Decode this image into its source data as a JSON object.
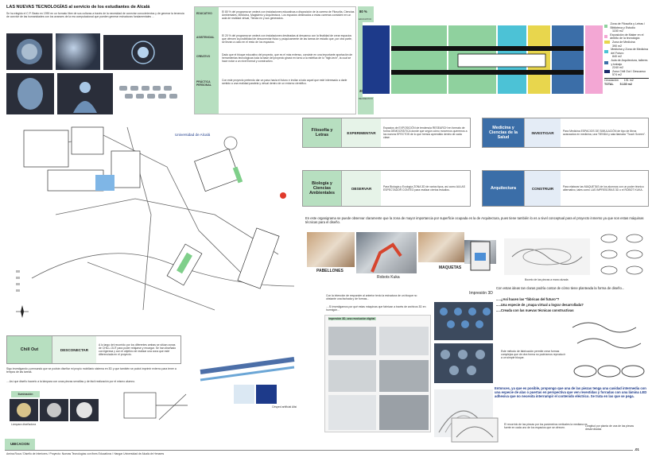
{
  "intro": {
    "heading": "LAS NUEVAS TECNOLOGÍAS al servicio de los estudiantes de Alcalá",
    "body": "Se ha elegido el C.P. Beato en 1990 en un formato libre de sus culturas a través de la necesidad de conectar conocimientos y de generar la tenencia de convivir de las humanidades con los avances de la era computacional que pueden generar estructuras fundamentales ..."
  },
  "percent_table": {
    "rows": [
      {
        "label": "EDUCATIVO",
        "text": "El 80 % del programa se cederá con instalaciones educativas a disposición de la carrera de Filosofía, Ciencias Ambientales, Medicina, Magisterio y Arquitectura. Los espacios destinados a estas carreras consisten en un aula de realidad virtual, Tienda en y sus generados."
      },
      {
        "label": "ASISTENCIAL",
        "text": "El 20 % del programa se cederá con instalaciones destinadas al descanso con la finalidad de crear espacios que ofrecen la posibilidad de desconectar físico y psíquicamente de las tareas de estudio que, por otra parte, se llevan a cabo en el resto de los espacios."
      },
      {
        "label": "CREATIVO",
        "text": "Dado que el bloque educativo del proyecto, que es el más extenso, consiste en una importante aportación de herramientas tecnológicas toda la base del proyecto girará en torno a la estética de lo \"high-tech\", la cual se hace notar a un nivel formal y constructivo."
      },
      {
        "label": "PRÁCTICA PERSONAL",
        "text": "Con este proyecto pretendo dar un paso hacia el futuro e invitar a todo aquel que esté interesado a darle sentido a una realidad paralela y virtual dentro de un entorno científico."
      }
    ],
    "pct_top": "80 %",
    "pct_top_label": "EDUCATIVO",
    "pct_bottom": "20 %",
    "pct_bottom_label": "RECREATIVO"
  },
  "program_legend": {
    "items": [
      {
        "label": "Zona de Filosofía y Letras / Biblioteca y Estudio",
        "value": "1150 m2",
        "color": "#8fd19e"
      },
      {
        "label": "Exposición de Maker en el ámbito de la tecnología",
        "value": "",
        "color": "#f3a7d4"
      },
      {
        "label": "Zona de Medicina",
        "value": "390 m2",
        "color": "#e8d64d"
      },
      {
        "label": "Medicina y Zona de Medicina del Futuro",
        "value": "840 m2",
        "color": "#4cc2d6"
      },
      {
        "label": "Aula de Arquitectura, talleres y trabajo",
        "value": "2240 m2",
        "color": "#3b6ea8"
      },
      {
        "label": "Zona Chill Out / Descanso",
        "value": "574 m2",
        "color": "#1d2b6b"
      }
    ],
    "circulation_label": "Circulación",
    "circulation_value": "191 m2",
    "total_label": "TOTAL",
    "total_value": "5.130 m2"
  },
  "map": {
    "university_label": "Universidad de Alcalá"
  },
  "categories": [
    {
      "label": "Filosofía y Letras",
      "verb": "EXPERIMENTAR",
      "desc": "Espacios de EXPOSICIÓN de tendencia RESEARCH en formato de forma DEMOCRÁTICA donde que según cómo movernos queremos a los nuevos EFECTOS de lo que hemos aprendido dentro de cada clase."
    },
    {
      "label": "Medicina y Ciencias de la Salud",
      "verb": "INVESTIGAR",
      "desc": "Para Medicina ESPACIOS DE SIMULACIÓN de tipo de libros avanzados en medicina, una TIENDA y sala llamada \"Touch Screen\"."
    },
    {
      "label": "Biología y Ciencias Ambientales",
      "verb": "OBSERVAR",
      "desc": "Para Biología y Ecología ZONA 3D de varios tipos, así como AULAS ESPECTADOR CONTEO para realizar ciertos estudios."
    },
    {
      "label": "Arquitectura",
      "verb": "CONSTRUIR",
      "desc": "Para elaborar las MAQUETAS de los alumnos con un poder técnico alternativo, tales como LAS IMPRESORAS 3D o el ROBOT KUKA."
    }
  ],
  "robots_intro": "En este organigrama se puede observar claramente que la zona de mayor importancia por superficie ocupada es la de Arquitectura, pues tiene también lo es a nivel conceptual para el proyecto inmerso ya que son estas máquinas técnicas para el diseño.",
  "photo_labels": {
    "pabellones": "PABELLONES",
    "kuka": "Robots Kuka",
    "maquetas": "MAQUETAS",
    "impresion": "Impresión 3D",
    "boceto": "Boceto de las piezas a mano alzada"
  },
  "chill": {
    "label": "Chill Out",
    "verb": "DESCONECTAR",
    "desc": "A lo largo del recorrido por los diferentes ambas se sitúan zonas de CHILL-OUT para poder relajarse y recargar. Se han diseñado con ligereza y con el objetivo de realizar una zona que esté diferenciada en el proyecto."
  },
  "chill_note": "Sigo investigando y pensando que se podrán diseñar mi propio mobiliario sistema en 3D y que también se podrá imprimir externo para tener a tempos de las tareas.",
  "iluminacion_q": "....Así que diseño hacerlo a la lámpara con unas piezas sencillas y de fácil realización por el mismo alumno.",
  "iluminacion_label": "Iluminación",
  "lampara_caption": "Lámpara diseñadora",
  "kuka_note": "Con la intención de responder al anterior texto la estructura de un bloque no obstante una fachada y de formas...",
  "impresoras_note": "....Si investigamos por qué estas máquinas que fabrican a través de archivos 3D en hormigón...",
  "impresion3d_label": "Impresión 3D, una revolución digital",
  "cesped_caption": "Césped artificial Alisi",
  "questions": {
    "intro": "Con estas ideas tan claras podría contar de cómo tiene planteada la forma de diseño...",
    "q1": ".....¿Así hacen las \"fábricas del futuro\"?",
    "q2": ".....Una especie de ¿mapa virtual a lograr desarrollada?",
    "q3": ".....Creada con las nuevas técnicas constructivas"
  },
  "fabric_note": "Este método de fabricación permite crear formas complejas que de otra forma no podríamos reproducir a un simple bloque.",
  "final_note": "Entonces, ya que es posible, propongo que una de las piezas tenga una cavidad intermedia con una especie de alas o puertas en perspectiva que ven revestidas y forradas con una lámina LED adhesiva que no necesita interrumpir el contenido eléctrico. Se trata en las que se pega.",
  "recorrido_note": "El recorrido de las piezas por los parámetros verticales la mediana es fuerte en cada uno de los espacios que se ofrecen.",
  "bottom_caption": "Longitud por planta de una de las piezas desarrolladas",
  "footer": {
    "ubicacion": "UBICACION",
    "credits": "Amina Roca / Diseño de Interiores / Proyecto: Nuevas Tecnologías con fines Educativos / Hangar Universidad de Alcalá de Henares",
    "page_number": ".01"
  }
}
